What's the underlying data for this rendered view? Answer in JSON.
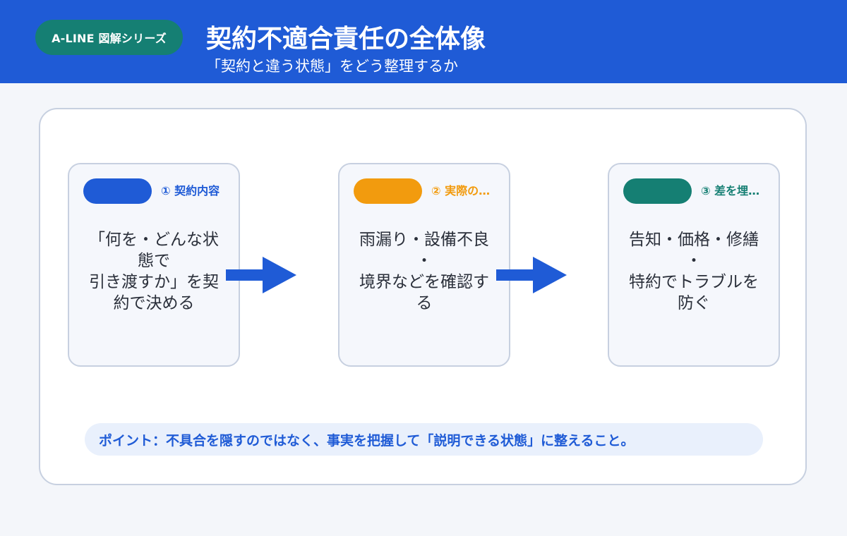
{
  "header": {
    "brand": "A-LINE 図解シリーズ",
    "title": "契約不適合責任の全体像",
    "subtitle": "「契約と違う状態」をどう整理するか"
  },
  "cards": [
    {
      "label": "① 契約内容",
      "accent": "#1F5BD6",
      "body": "「何を・どんな状態で\n引き渡すか」を契約で決める"
    },
    {
      "label": "② 実際の…",
      "accent": "#F29B0E",
      "body": "雨漏り・設備不良・\n境界などを確認する"
    },
    {
      "label": "③ 差を埋…",
      "accent": "#157F73",
      "body": "告知・価格・修繕・\n特約でトラブルを防ぐ"
    }
  ],
  "point": "ポイント：不具合を隠すのではなく、事実を把握して「説明できる状態」に整えること。",
  "colors": {
    "header": "#1F5BD6",
    "brand_pill": "#157F73",
    "arrow": "#1F5BD6"
  },
  "icons": [
    "arrow-right-icon",
    "arrow-right-icon"
  ]
}
